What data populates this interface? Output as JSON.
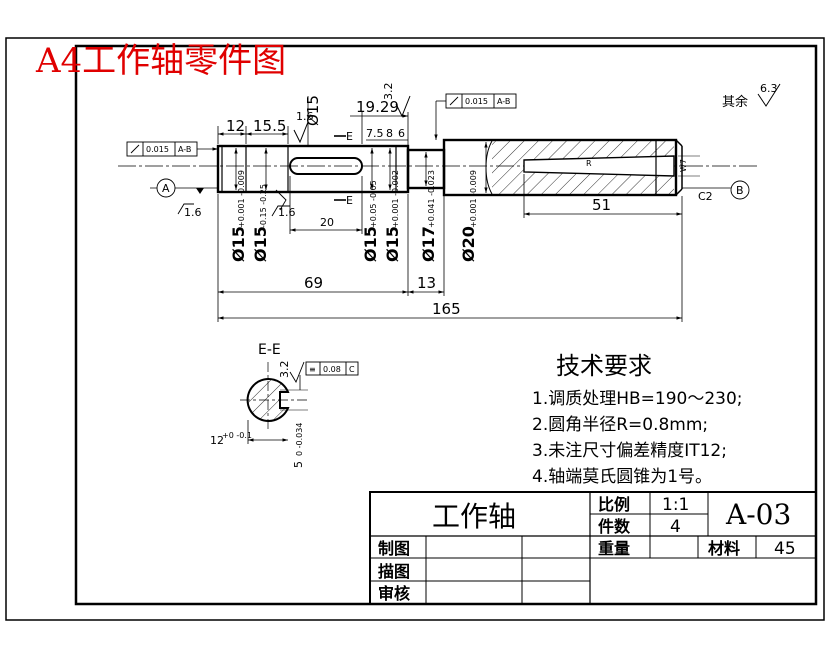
{
  "heading": "A4工作轴零件图",
  "dimensions": {
    "d12": "12",
    "d15_5": "15.5",
    "d15_dia": "Ø15",
    "d1_6_top": "1.6",
    "d19_29": "19.29",
    "d7_5": "7.5",
    "d8": "8",
    "d6": "6",
    "d3_2_top": "3.2",
    "d69": "69",
    "d13": "13",
    "d165": "165",
    "d20": "20",
    "d51": "51",
    "d_c2": "C2",
    "d_w7": "W7",
    "d_r": "R",
    "d1_6_a": "1.6",
    "d1_6_b": "1.6",
    "d3_2_sec": "3.2",
    "section_label": "E-E",
    "cut_e_top": "E",
    "cut_e_bottom": "E",
    "other_label": "其余",
    "other_value": "6.3"
  },
  "diameters": {
    "dia1_main": "Ø15",
    "dia1_tol": "+0.001 -0.009",
    "dia2_main": "Ø15",
    "dia2_tol": "-0.15 -0.25",
    "dia3_main": "Ø15",
    "dia3_tol": "+0.05 -0.05",
    "dia4_main": "Ø15",
    "dia4_tol": "+0.001 -0.002",
    "dia5_main": "Ø17",
    "dia5_tol": "+0.041 -0.023",
    "dia6_main": "Ø20",
    "dia6_tol": "+0.001 -0.009"
  },
  "tolerance_frames": {
    "runout_left_value": "0.015",
    "runout_left_ref": "A-B",
    "runout_top_value": "0.015",
    "runout_top_ref": "A-B",
    "symmetry_value": "0.08",
    "symmetry_ref": "C"
  },
  "datums": {
    "a": "A",
    "b": "B"
  },
  "section_dims": {
    "key_depth_main": "12",
    "key_depth_tol": "+0 -0.1",
    "key_width_main": "5",
    "key_width_tol": "0 -0.034"
  },
  "requirements": {
    "title": "技术要求",
    "items": [
      "1.调质处理HB=190～230;",
      "2.圆角半径R=0.8mm;",
      "3.未注尺寸偏差精度IT12;",
      "4.轴端莫氏圆锥为1号。"
    ]
  },
  "title_block": {
    "part_name": "工作轴",
    "scale_label": "比例",
    "scale_value": "1:1",
    "qty_label": "件数",
    "qty_value": "4",
    "drawing_no": "A-03",
    "weight_label": "重量",
    "material_label": "材料",
    "material_value": "45",
    "drawn_label": "制图",
    "traced_label": "描图",
    "checked_label": "审核"
  }
}
